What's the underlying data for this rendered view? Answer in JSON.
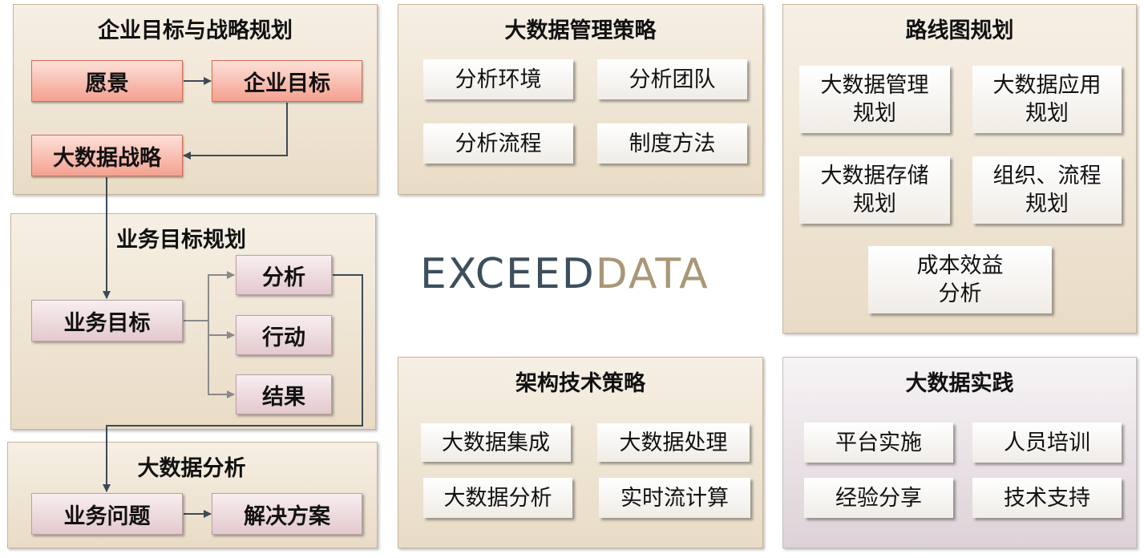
{
  "enterprise": {
    "title": "企业目标与战略规划",
    "vision": "愿景",
    "goal": "企业目标",
    "strategy": "大数据战略"
  },
  "business": {
    "title": "业务目标规划",
    "goal": "业务目标",
    "analysis": "分析",
    "action": "行动",
    "result": "结果"
  },
  "analysis": {
    "title": "大数据分析",
    "problem": "业务问题",
    "solution": "解决方案"
  },
  "management": {
    "title": "大数据管理策略",
    "items": [
      "分析环境",
      "分析团队",
      "分析流程",
      "制度方法"
    ]
  },
  "roadmap": {
    "title": "路线图规划",
    "items": [
      {
        "line1": "大数据管理",
        "line2": "规划"
      },
      {
        "line1": "大数据应用",
        "line2": "规划"
      },
      {
        "line1": "大数据存储",
        "line2": "规划"
      },
      {
        "line1": "组织、流程",
        "line2": "规划"
      },
      {
        "line1": "成本效益",
        "line2": "分析"
      }
    ]
  },
  "architecture": {
    "title": "架构技术策略",
    "items": [
      "大数据集成",
      "大数据处理",
      "大数据分析",
      "实时流计算"
    ]
  },
  "practice": {
    "title": "大数据实践",
    "items": [
      "平台实施",
      "人员培训",
      "经验分享",
      "技术支持"
    ]
  },
  "logo": {
    "part1": "EXCEED",
    "part2": "DATA"
  }
}
